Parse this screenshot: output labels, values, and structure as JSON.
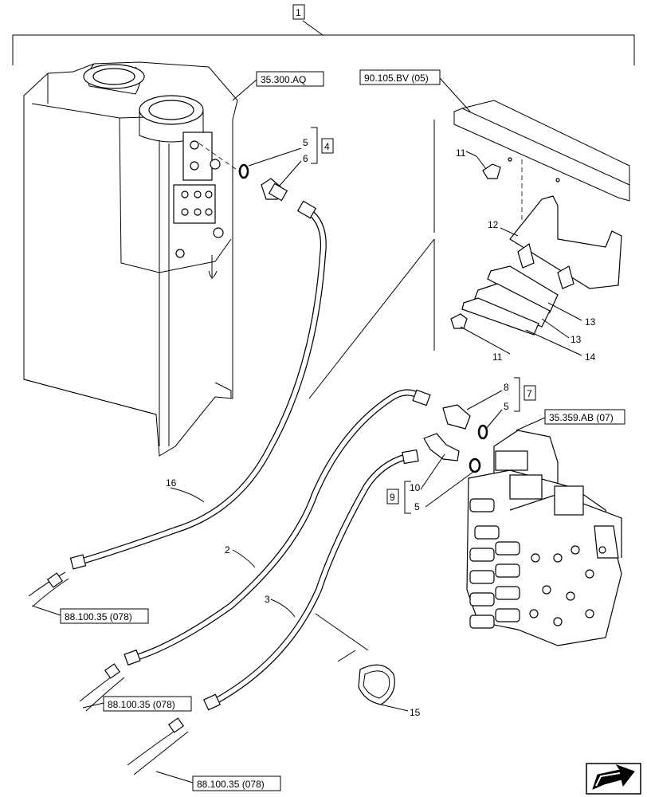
{
  "diagram": {
    "group_box": "1",
    "refs": {
      "tank": "35.300.AQ",
      "frame": "90.105.BV (05)",
      "valve": "35.359.AB (07)",
      "hose_end_1": "88.100.35 (078)",
      "hose_end_2": "88.100.35 (078)",
      "hose_end_3": "88.100.35 (078)"
    },
    "kits": {
      "kit_4": "4",
      "kit_7": "7",
      "kit_9": "9"
    },
    "callouts": {
      "oring_tank": "5",
      "adapter_tank": "6",
      "bolt_top": "11",
      "bracket": "12",
      "clamp_upper": "13",
      "clamp_lower": "13",
      "bolt_bottom": "11",
      "plate": "14",
      "adapter_valve": "8",
      "oring_valve_1": "5",
      "elbow": "10",
      "oring_valve_2": "5",
      "hose_tank": "16",
      "hose_2": "2",
      "hose_3": "3",
      "seal_ring": "15"
    }
  }
}
